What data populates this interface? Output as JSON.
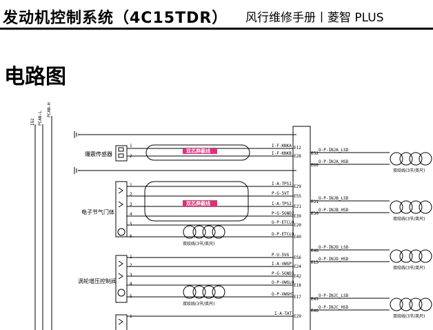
{
  "header": {
    "title": "发动机控制系统（4C15TDR）",
    "subtitle": "风行维修手册丨菱智 PLUS"
  },
  "section_title": "电路图",
  "rails": [
    "IG2",
    "PCAN-L",
    "PCAN-H"
  ],
  "components": {
    "knock": "爆震传感器",
    "throttle": "电子节气门体",
    "turbo": "涡轮增压控制阀"
  },
  "shield_label": "双芯屏蔽线",
  "twisted_label": "双绞线(3节/英尺)",
  "ecu_signals": [
    {
      "name": "I-F-KNKA",
      "pin": "E12"
    },
    {
      "name": "I-F-KNKB",
      "pin": "E28"
    },
    {
      "name": "I-A-TPS1",
      "pin": "E29"
    },
    {
      "name": "P-G-5VT",
      "pin": "E55"
    },
    {
      "name": "I-A-TPS2",
      "pin": "E21"
    },
    {
      "name": "P-G-5GND2",
      "pin": "E39"
    },
    {
      "name": "O-P-ETCLO",
      "pin": "E20"
    },
    {
      "name": "O-P-ETCLO",
      "pin": "E40"
    },
    {
      "name": "P-U-5VG",
      "pin": "E56"
    },
    {
      "name": "I-A-VWGP",
      "pin": "E24"
    },
    {
      "name": "P-G-5GND3",
      "pin": "E42"
    },
    {
      "name": "O-P-VWGLO",
      "pin": "E18"
    },
    {
      "name": "O-P-VWGHI",
      "pin": "E17"
    },
    {
      "name": "I-A-TAT",
      "pin": "E29"
    }
  ],
  "right_signals": [
    {
      "name": "O-P-INJA_LSD",
      "pin": "E52"
    },
    {
      "name": "O-P-INJA_HSD",
      "pin": "E60"
    },
    {
      "name": "O-P-INJB_LSD",
      "pin": "E31"
    },
    {
      "name": "O-P-INJB_HSD",
      "pin": "E30"
    },
    {
      "name": "O-P-INJD_LSD",
      "pin": "E46"
    },
    {
      "name": "O-P-INJD_HSD",
      "pin": "E15"
    },
    {
      "name": "O-P-INJC_LSD",
      "pin": "E45"
    },
    {
      "name": "O-P-INJC_HSD",
      "pin": "E46"
    }
  ],
  "connector_pins": [
    "1",
    "2",
    "1",
    "2",
    "3",
    "4",
    "5",
    "6",
    "1",
    "2",
    "3",
    "4",
    "5",
    "1"
  ]
}
